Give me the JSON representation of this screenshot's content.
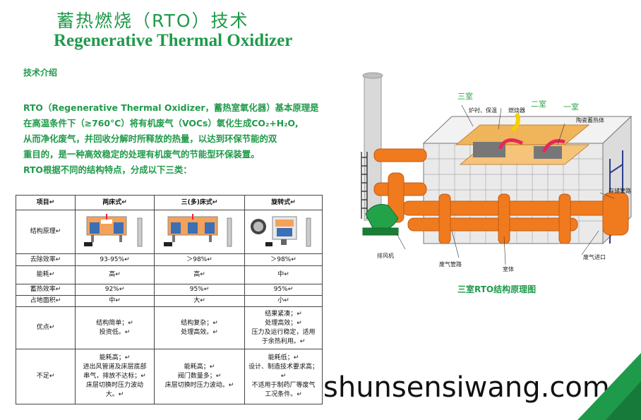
{
  "header": {
    "title_cn": "蓄热燃烧（RTO）技术",
    "title_en": "Regenerative  Thermal Oxidizer"
  },
  "section_title": "技术介绍",
  "intro": {
    "p1_line1": "RTO（Regenerative Thermal Oxidizer，蓄热室氧化器）基本原理是",
    "p1_line2": "在高温条件下（≥760°C）将有机废气（VOCs）氧化生成CO₂+H₂O,",
    "p1_line3": "从而净化废气，并回收分解时所释放的热量，以达到环保节能的双",
    "p1_line4": "重目的，是一种高效稳定的处理有机废气的节能型环保装置。",
    "p2": "RTO根据不同的结构特点，分成以下三类："
  },
  "table": {
    "headers": [
      "项目↵",
      "两床式↵",
      "三(多)床式↵",
      "旋转式↵"
    ],
    "row_labels": {
      "structure": "结构原理↵",
      "removal": "去除效率↵",
      "energy": "能耗↵",
      "heat_eff": "蓄热效率↵",
      "area": "占地面积↵",
      "pros": "优点↵",
      "cons": "不足↵"
    },
    "removal": [
      "93-95%↵",
      "＞98%↵",
      "＞98%↵"
    ],
    "energy": [
      "高↵",
      "高↵",
      "中↵"
    ],
    "heat_eff": [
      "92%↵",
      "95%↵",
      "95%↵"
    ],
    "area": [
      "中↵",
      "大↵",
      "小↵"
    ],
    "pros": [
      [
        "结构简单；↵",
        "投资低。↵"
      ],
      [
        "结构复杂；↵",
        "处理高效。↵"
      ],
      [
        "结果紧凑；↵",
        "处理高效；↵",
        "压力及运行稳定，适用",
        "于余热利用。↵"
      ]
    ],
    "cons": [
      [
        "能耗高；↵",
        "进出风管道及床层底部",
        "串气，排放不达标；↵",
        "床层切换时压力波动",
        "大。↵"
      ],
      [
        "能耗高；↵",
        "阀门数量多；↵",
        "床层切换时压力波动。↵"
      ],
      [
        "能耗低；↵",
        "设计、制造技术要求高；↵",
        "不适用于制药厂等废气",
        "工况条件。↵"
      ]
    ]
  },
  "diagram": {
    "labels": {
      "room3": "三室",
      "room2": "二室",
      "room1": "一室",
      "lining": "炉衬、保温",
      "burner": "燃烧器",
      "ceramic": "陶瓷蓄热体",
      "store_pipe": "存储管路",
      "fan": "排风机",
      "waste_pipe": "废气管路",
      "chamber": "室体",
      "inlet": "废气进口"
    },
    "caption": "三室RTO结构原理图"
  },
  "watermark": "shunsensiwang.com",
  "colors": {
    "accent": "#1f9a4a",
    "pipe": "#f07a1e",
    "fan": "#22a34a"
  }
}
